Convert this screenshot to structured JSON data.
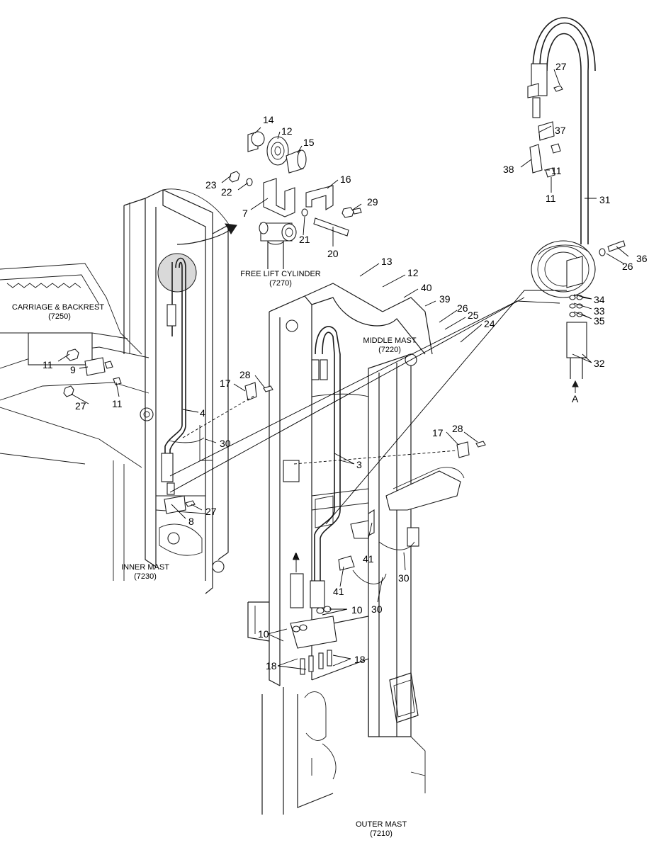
{
  "assembly_labels": {
    "carriage": {
      "name": "CARRIAGE & BACKREST",
      "code": "(7250)"
    },
    "inner_mast": {
      "name": "INNER MAST",
      "code": "(7230)"
    },
    "free_lift": {
      "name": "FREE LIFT CYLINDER",
      "code": "(7270)"
    },
    "middle_mast": {
      "name": "MIDDLE MAST",
      "code": "(7220)"
    },
    "outer_mast": {
      "name": "OUTER MAST",
      "code": "(7210)"
    }
  },
  "callouts": [
    "14",
    "12",
    "15",
    "23",
    "22",
    "16",
    "29",
    "7",
    "21",
    "20",
    "13",
    "12",
    "40",
    "39",
    "26",
    "25",
    "24",
    "11",
    "9",
    "27",
    "11",
    "17",
    "28",
    "4",
    "30",
    "27",
    "8",
    "3",
    "17",
    "28",
    "41",
    "30",
    "41",
    "30",
    "10",
    "10",
    "18",
    "18",
    "27",
    "37",
    "38",
    "11",
    "11",
    "31",
    "26",
    "36",
    "34",
    "33",
    "35",
    "32"
  ],
  "connection_marks": [
    "A",
    "A"
  ]
}
